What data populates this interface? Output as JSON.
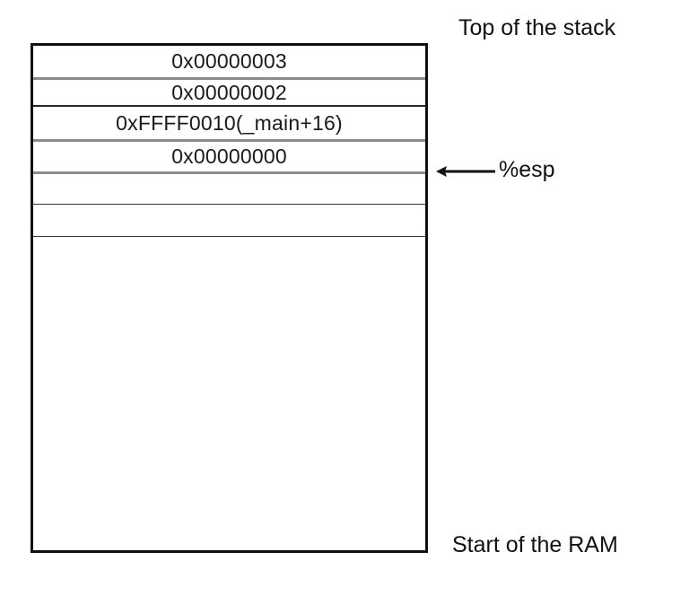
{
  "diagram": {
    "title_top": "Top of the stack",
    "title_bottom": "Start of the RAM",
    "pointer_label": "%esp",
    "pointer_arrow_icon": "arrow-left-icon",
    "colors": {
      "background": "#ffffff",
      "box_border": "#111111",
      "separator_gray": "#8c8c8c",
      "separator_dark": "#2a2a2a",
      "text": "#111111"
    },
    "stack": {
      "cells": [
        {
          "value": "0x00000003",
          "empty": false
        },
        {
          "value": "0x00000002",
          "empty": false
        },
        {
          "value": "0xFFFF0010(_main+16)",
          "empty": false
        },
        {
          "value": "0x00000000",
          "empty": false
        },
        {
          "value": "",
          "empty": true
        },
        {
          "value": "",
          "empty": true
        },
        {
          "value": "",
          "empty": true
        }
      ],
      "esp_points_to_row_index": 4
    }
  }
}
